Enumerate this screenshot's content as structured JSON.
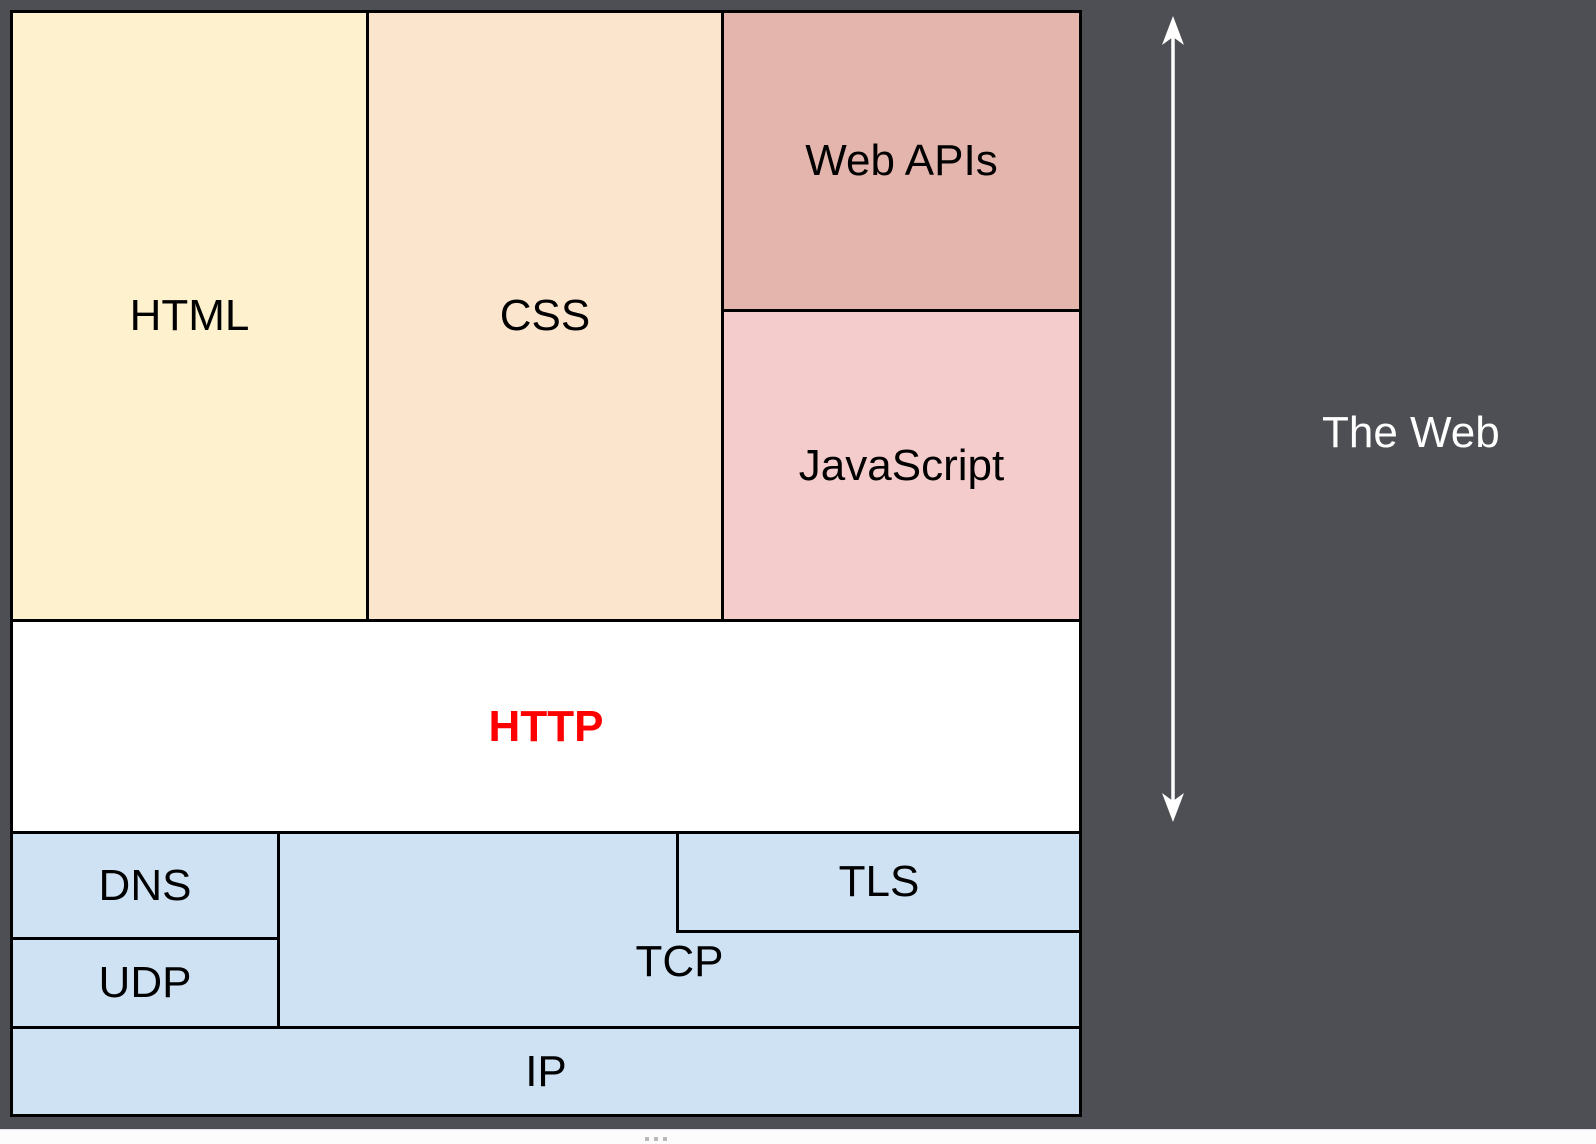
{
  "diagram": {
    "canvas_background": "#4d4f54",
    "border_color": "#000000",
    "blocks": {
      "html": {
        "label": "HTML",
        "color": "#fdf2cd"
      },
      "css": {
        "label": "CSS",
        "color": "#fce5cd"
      },
      "web_apis": {
        "label": "Web APIs",
        "color": "#e4b5ad"
      },
      "javascript": {
        "label": "JavaScript",
        "color": "#f4cccc"
      },
      "http": {
        "label": "HTTP",
        "color": "#ffffff",
        "label_color": "#ff0000"
      },
      "dns": {
        "label": "DNS",
        "color": "#cfe2f3"
      },
      "udp": {
        "label": "UDP",
        "color": "#cfe2f3"
      },
      "tcp": {
        "label": "TCP",
        "color": "#cfe2f3"
      },
      "tls": {
        "label": "TLS",
        "color": "#cfe2f3"
      },
      "ip": {
        "label": "IP",
        "color": "#cfe2f3"
      }
    },
    "annotation": {
      "label": "The Web",
      "text_color": "#ffffff",
      "arrow_color": "#ffffff",
      "arrow_icon": "vertical-double-arrow"
    }
  },
  "window": {
    "resize_handle_icon": "drag-handle-dots"
  }
}
